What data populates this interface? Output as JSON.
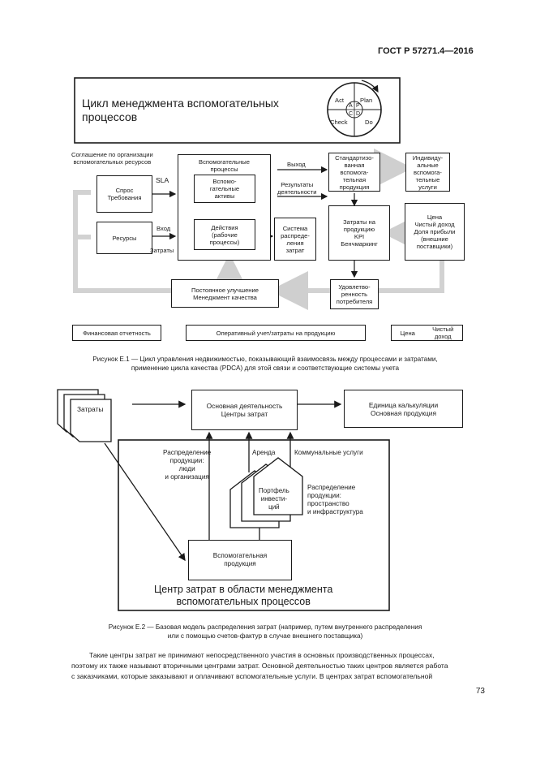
{
  "header": {
    "standard": "ГОСТ Р 57271.4—2016"
  },
  "figure1": {
    "title_line1": "Цикл менеджмента вспомогательных",
    "title_line2": "процессов",
    "pdca": {
      "act": "Act",
      "plan": "Plan",
      "check": "Check",
      "do": "Do",
      "a": "A",
      "p": "P",
      "c": "C",
      "d": "D"
    },
    "sla_caption_line1": "Соглашение по организации",
    "sla_caption_line2": "вспомогательных ресурсов",
    "demand_line1": "Спрос",
    "demand_line2": "Требования",
    "sla": "SLA",
    "resources": "Ресурсы",
    "input": "Вход",
    "costs": "Затраты",
    "aux_processes_line1": "Вспомогательные",
    "aux_processes_line2": "процессы",
    "aux_assets_line1": "Вспомо-",
    "aux_assets_line2": "гательные",
    "aux_assets_line3": "активы",
    "actions_line1": "Действия",
    "actions_line2": "(рабочие",
    "actions_line3": "процессы)",
    "output": "Выход",
    "results_line1": "Результаты",
    "results_line2": "деятельности",
    "cost_system_line1": "Система",
    "cost_system_line2": "распреде-",
    "cost_system_line3": "ления",
    "cost_system_line4": "затрат",
    "standard_product_line1": "Стандартизо-",
    "standard_product_line2": "ванная",
    "standard_product_line3": "вспомога-",
    "standard_product_line4": "тельная",
    "standard_product_line5": "продукция",
    "individual_line1": "Индивиду-",
    "individual_line2": "альные",
    "individual_line3": "вспомога-",
    "individual_line4": "тельные",
    "individual_line5": "услуги",
    "kpi_line1": "Затраты на",
    "kpi_line2": "продукцию",
    "kpi_line3": "KPI",
    "kpi_line4": "Бенчмаркинг",
    "price_line1": "Цена",
    "price_line2": "Чистый доход",
    "price_line3": "Доля прибыли",
    "price_line4": "(внешние",
    "price_line5": "поставщики)",
    "improvement_line1": "Постоянное улучшение",
    "improvement_line2": "Менеджмент качества",
    "satisfaction_line1": "Удовлетво-",
    "satisfaction_line2": "ренность",
    "satisfaction_line3": "потребителя",
    "fin_report": "Финансовая отчетность",
    "op_account": "Оперативный учет/затраты на продукцию",
    "price_small": "Цена",
    "net_income_line1": "Чистый",
    "net_income_line2": "доход",
    "caption_line1": "Рисунок Е.1 — Цикл управления недвижимостью, показывающий взаимосвязь между процессами и затратами,",
    "caption_line2": "применение цикла качества (PDCA) для этой связи и соответствующие системы учета"
  },
  "figure2": {
    "costs": "Затраты",
    "main_line1": "Основная деятельность",
    "main_line2": "Центры затрат",
    "unit_line1": "Единица калькуляции",
    "unit_line2": "Основная продукция",
    "distribution_line1": "Распределение",
    "distribution_line2": "продукции:",
    "distribution_line3": "люди",
    "distribution_line4": "и организация",
    "rent": "Аренда",
    "utilities": "Коммунальные услуги",
    "portfolio_line1": "Портфель",
    "portfolio_line2": "инвести-",
    "portfolio_line3": "ций",
    "space_line1": "Распределение",
    "space_line2": "продукции:",
    "space_line3": "пространство",
    "space_line4": "и инфраструктура",
    "aux_product_line1": "Вспомогательная",
    "aux_product_line2": "продукция",
    "center_line1": "Центр затрат в области менеджмента",
    "center_line2": "вспомогательных процессов",
    "caption_line1": "Рисунок Е.2 — Базовая модель распределения затрат (например, путем внутреннего распределения",
    "caption_line2": "или с помощью счетов-фактур в случае внешнего поставщика)"
  },
  "paragraph": {
    "line1": "Такие центры затрат не принимают непосредственного участия в основных производственных процессах,",
    "line2": "поэтому их также называют вторичными центрами затрат. Основной деятельностью таких центров является работа",
    "line3": "с заказчиками, которые заказывают и оплачивают вспомогательные услуги. В центрах затрат вспомогательной"
  },
  "footer": {
    "page_number": "73"
  }
}
